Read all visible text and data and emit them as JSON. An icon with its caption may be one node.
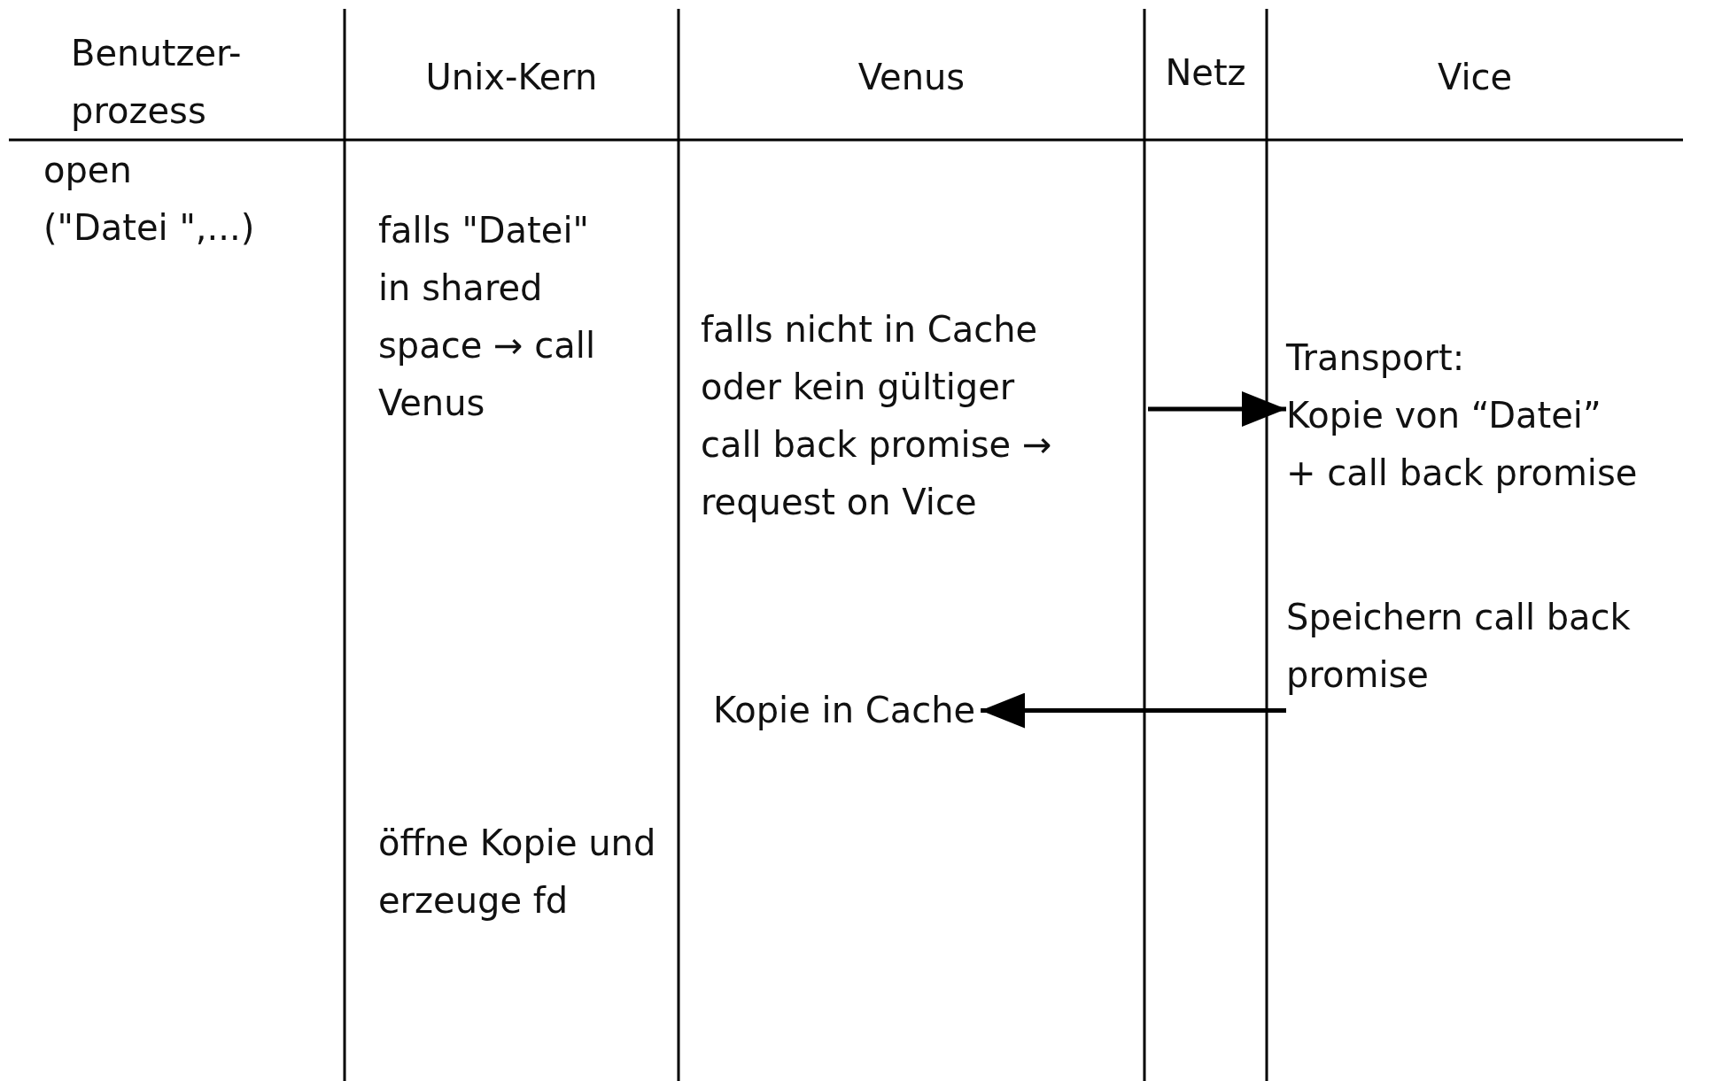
{
  "diagram": {
    "nodes": [
      {
        "text": [
          "falls nicht in Cache oder kein gültiger call back promise → request on Vice"
        ]
      },
      {
        "text": [
          "Transport:",
          "Kopie von “Datei” + call back promise"
        ]
      },
      {
        "text": [
          "Speichern call back promise"
        ]
      },
      {
        "text": [
          "Kopie in Cache"
        ]
      }
    ],
    "edges": [
      {
        "from": 0,
        "to": 1,
        "arrow": "to"
      },
      {
        "from": 2,
        "to": 3,
        "arrow": "to"
      }
    ],
    "labels": [
      "Benutzer- prozess",
      "Unix-Kern",
      "Venus",
      "Netz",
      "Vice",
      "open (\"Datei \",...)",
      "falls \"Datei\" in shared space → call Venus",
      "öffne Kopie und erzeuge fd"
    ]
  }
}
